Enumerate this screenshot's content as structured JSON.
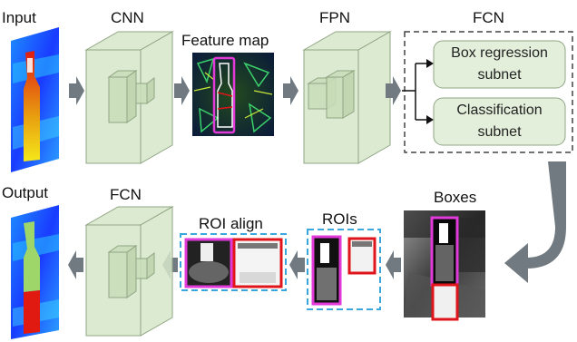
{
  "labels": {
    "input": "Input",
    "cnn": "CNN",
    "feature_map": "Feature map",
    "fpn": "FPN",
    "fcn_top": "FCN",
    "box_regression_line1": "Box regression",
    "box_regression_line2": "subnet",
    "classification_line1": "Classification",
    "classification_line2": "subnet",
    "boxes": "Boxes",
    "rois": "ROIs",
    "roi_align": "ROI align",
    "fcn_bottom": "FCN",
    "output": "Output"
  },
  "colors": {
    "box_face": "#d6e6c9",
    "box_stroke": "#8fa583",
    "subnet_fill": "#e3efdb",
    "arrow_gray": "#707a80",
    "dashed_blue": "#39a7de",
    "magenta": "#e23ad9",
    "red": "#e0141b",
    "heat_blue": "#1a3cff",
    "heat_red": "#e01a10",
    "heat_green": "#9fd66a"
  }
}
